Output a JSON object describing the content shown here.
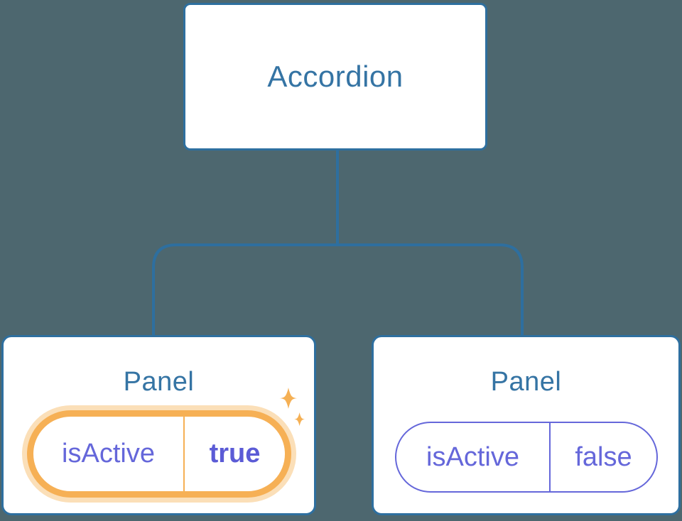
{
  "colors": {
    "background": "#4d676f",
    "node_fill": "#ffffff",
    "node_stroke": "#2e6f9f",
    "node_label": "#3574a4",
    "state_text": "#6567da",
    "state_border": "#6567da",
    "state_value_active": "#5b5bd6",
    "highlight_ring": "#f6b055",
    "highlight_halo": "#fbdfb8",
    "sparkle": "#f5b054"
  },
  "tree": {
    "root": {
      "label": "Accordion"
    },
    "panels": [
      {
        "title": "Panel",
        "state": {
          "key": "isActive",
          "value": "true"
        },
        "active": true
      },
      {
        "title": "Panel",
        "state": {
          "key": "isActive",
          "value": "false"
        },
        "active": false
      }
    ]
  }
}
